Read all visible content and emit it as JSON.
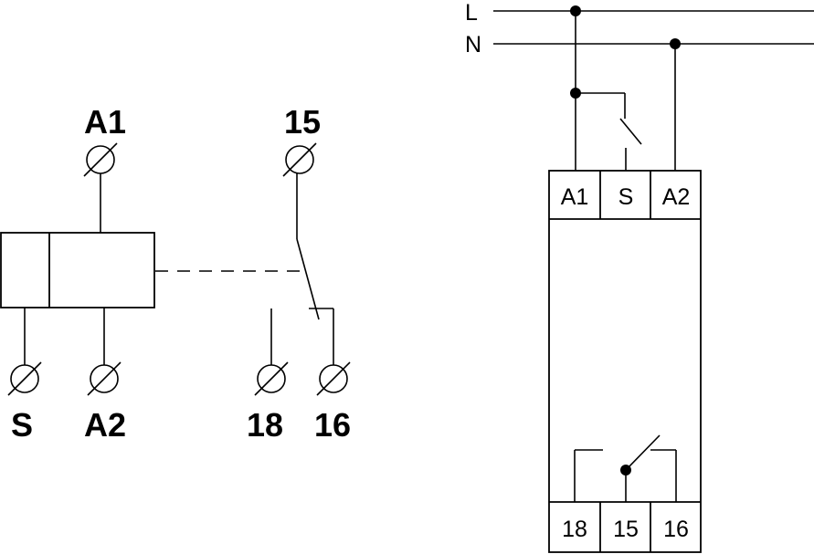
{
  "schematic": {
    "terminals": {
      "a1": "A1",
      "t15": "15",
      "s": "S",
      "a2": "A2",
      "t18": "18",
      "t16": "16"
    }
  },
  "wiring": {
    "lines": {
      "l": "L",
      "n": "N"
    },
    "top_terminals": {
      "a1": "A1",
      "s": "S",
      "a2": "A2"
    },
    "bottom_terminals": {
      "t18": "18",
      "t15": "15",
      "t16": "16"
    }
  }
}
